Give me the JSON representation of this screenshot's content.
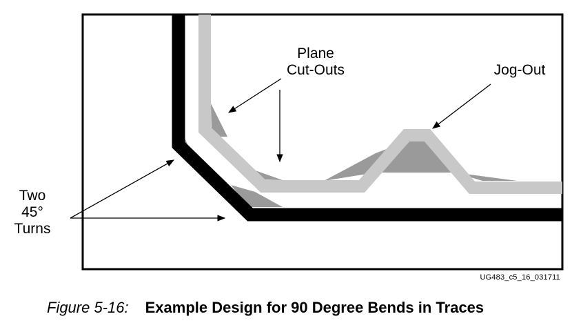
{
  "figure": {
    "labels": {
      "plane_cutouts": [
        "Plane",
        "Cut-Outs"
      ],
      "jog_out": "Jog-Out",
      "two_45_turns": [
        "Two",
        "45°",
        "Turns"
      ]
    },
    "id": "UG483_c5_16_031711",
    "caption_number": "Figure 5-16:",
    "caption_title": "Example Design for 90 Degree Bends in Traces"
  },
  "colors": {
    "trace_black": "#000000",
    "trace_light": "#c8c8c8",
    "cutout_gray": "#9a9a9a",
    "frame": "#000000"
  }
}
